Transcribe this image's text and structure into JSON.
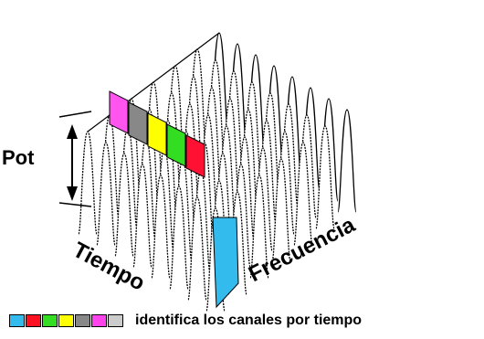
{
  "labels": {
    "power": "Pot",
    "time_axis": "Tiempo",
    "frequency_axis": "Frecuencia"
  },
  "legend": {
    "text": "identifica los canales por tiempo",
    "swatch_colors": [
      "#33bbee",
      "#ff1122",
      "#33dd22",
      "#ffff00",
      "#888888",
      "#ff44ee",
      "#cccccc"
    ]
  },
  "channel_colors": [
    "#ff55ee",
    "#888888",
    "#ffff00",
    "#33dd22",
    "#ff1133",
    "#33bbee"
  ]
}
